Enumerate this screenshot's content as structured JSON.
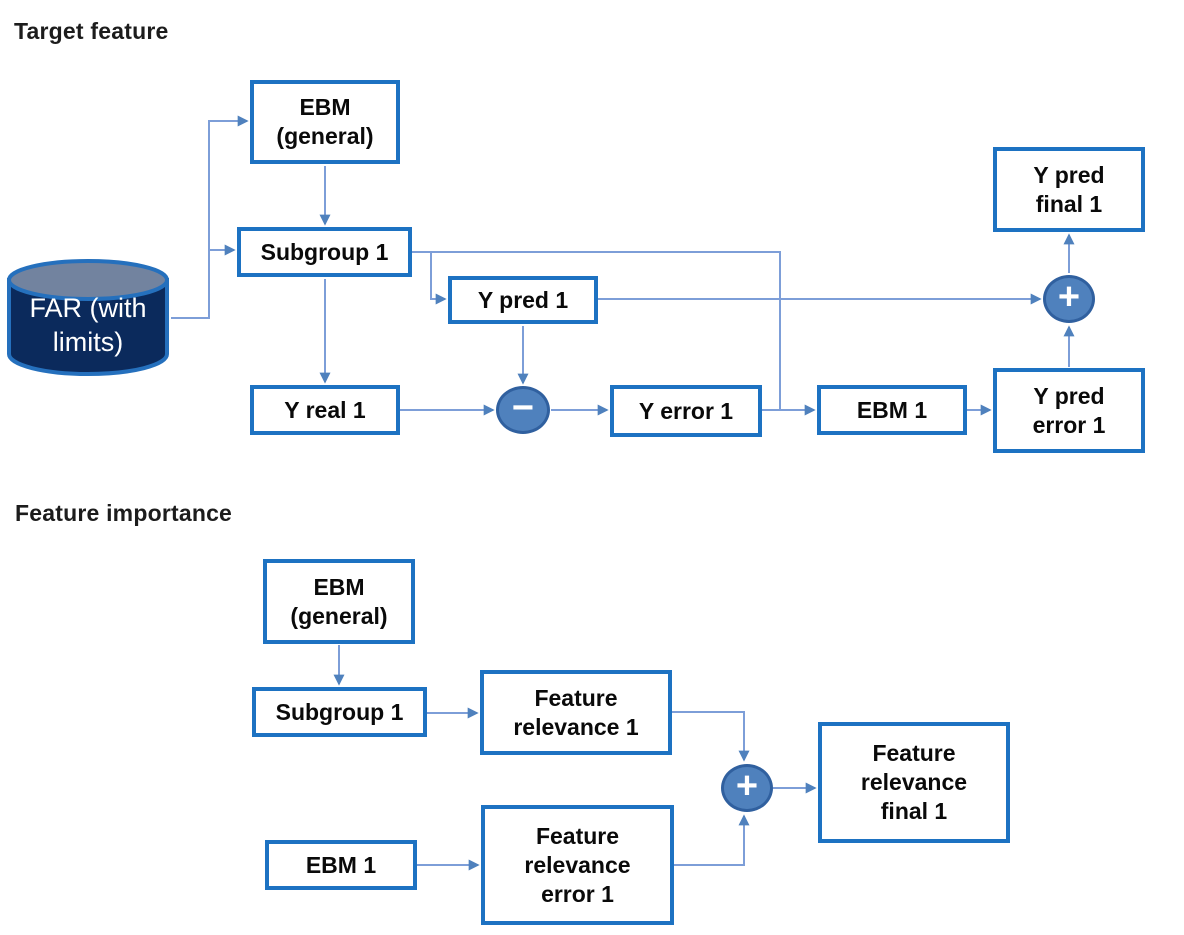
{
  "headings": {
    "target_feature": "Target feature",
    "feature_importance": "Feature importance"
  },
  "diagram": {
    "target_feature": {
      "nodes": {
        "far_cylinder": {
          "shape": "database-cylinder",
          "lines": [
            "FAR (with",
            "limits)"
          ]
        },
        "ebm_general": {
          "shape": "box",
          "lines": [
            "EBM",
            "(general)"
          ]
        },
        "subgroup_1": {
          "shape": "box",
          "lines": [
            "Subgroup 1"
          ]
        },
        "y_pred_1": {
          "shape": "box",
          "lines": [
            "Y pred 1"
          ]
        },
        "y_real_1": {
          "shape": "box",
          "lines": [
            "Y real 1"
          ]
        },
        "minus_op": {
          "shape": "circle-operator",
          "symbol": "−"
        },
        "y_error_1": {
          "shape": "box",
          "lines": [
            "Y error 1"
          ]
        },
        "ebm_1": {
          "shape": "box",
          "lines": [
            "EBM 1"
          ]
        },
        "y_pred_error_1": {
          "shape": "box",
          "lines": [
            "Y pred",
            "error 1"
          ]
        },
        "plus_op": {
          "shape": "circle-operator",
          "symbol": "+"
        },
        "y_pred_final_1": {
          "shape": "box",
          "lines": [
            "Y pred",
            "final 1"
          ]
        }
      },
      "edges": [
        {
          "from": "far_cylinder",
          "to": "ebm_general"
        },
        {
          "from": "far_cylinder",
          "to": "subgroup_1"
        },
        {
          "from": "ebm_general",
          "to": "subgroup_1"
        },
        {
          "from": "subgroup_1",
          "to": "y_pred_1"
        },
        {
          "from": "subgroup_1",
          "to": "y_real_1"
        },
        {
          "from": "subgroup_1",
          "to": "ebm_1"
        },
        {
          "from": "y_pred_1",
          "to": "minus_op"
        },
        {
          "from": "y_pred_1",
          "to": "plus_op"
        },
        {
          "from": "y_real_1",
          "to": "minus_op"
        },
        {
          "from": "minus_op",
          "to": "y_error_1"
        },
        {
          "from": "y_error_1",
          "to": "ebm_1"
        },
        {
          "from": "ebm_1",
          "to": "y_pred_error_1"
        },
        {
          "from": "y_pred_error_1",
          "to": "plus_op"
        },
        {
          "from": "plus_op",
          "to": "y_pred_final_1"
        }
      ]
    },
    "feature_importance": {
      "nodes": {
        "ebm_general": {
          "shape": "box",
          "lines": [
            "EBM",
            "(general)"
          ]
        },
        "subgroup_1": {
          "shape": "box",
          "lines": [
            "Subgroup 1"
          ]
        },
        "feature_relevance_1": {
          "shape": "box",
          "lines": [
            "Feature",
            "relevance 1"
          ]
        },
        "ebm_1": {
          "shape": "box",
          "lines": [
            "EBM 1"
          ]
        },
        "feature_relevance_error_1": {
          "shape": "box",
          "lines": [
            "Feature",
            "relevance",
            "error 1"
          ]
        },
        "plus_op": {
          "shape": "circle-operator",
          "symbol": "+"
        },
        "feature_relevance_final_1": {
          "shape": "box",
          "lines": [
            "Feature",
            "relevance",
            "final 1"
          ]
        }
      },
      "edges": [
        {
          "from": "ebm_general",
          "to": "subgroup_1"
        },
        {
          "from": "subgroup_1",
          "to": "feature_relevance_1"
        },
        {
          "from": "ebm_1",
          "to": "feature_relevance_error_1"
        },
        {
          "from": "feature_relevance_1",
          "to": "plus_op"
        },
        {
          "from": "feature_relevance_error_1",
          "to": "plus_op"
        },
        {
          "from": "plus_op",
          "to": "feature_relevance_final_1"
        }
      ]
    }
  },
  "colors": {
    "page_bg": "#ffffff",
    "heading_text": "#1c1c1c",
    "box_border": "#1d72c2",
    "box_text": "#0a0a0a",
    "connector": "#7d9ed8",
    "arrowhead": "#4f81bd",
    "circle_fill": "#4f81bd",
    "circle_border": "#30609f",
    "cylinder_body": "#0b2a5c",
    "cylinder_top": "#72839f",
    "cylinder_border": "#2570bd",
    "cylinder_text": "#ffffff"
  }
}
